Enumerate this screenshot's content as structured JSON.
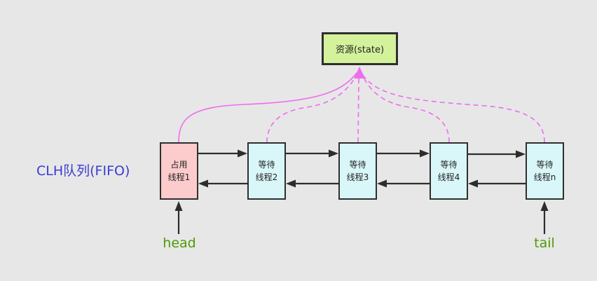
{
  "diagram": {
    "title": "CLH队列(FIFO)",
    "resource_label": "资源(state)",
    "head_label": "head",
    "tail_label": "tail",
    "nodes": [
      {
        "id": "node-1",
        "label": "占用\n线程1",
        "state": "occupied"
      },
      {
        "id": "node-2",
        "label": "等待\n线程2",
        "state": "waiting"
      },
      {
        "id": "node-3",
        "label": "等待\n线程3",
        "state": "waiting"
      },
      {
        "id": "node-4",
        "label": "等待\n线程4",
        "state": "waiting"
      },
      {
        "id": "node-n",
        "label": "等待\n线程n",
        "state": "waiting"
      }
    ],
    "colors": {
      "background": "#e7e7e7",
      "resource_fill": "#d4f29b",
      "occupied_fill": "#fccbcb",
      "waiting_fill": "#d9f7f9",
      "border": "#2f2f2f",
      "link_magenta": "#ee6cee",
      "arrow_black": "#2d2d2d",
      "title_blue": "#3b3bd4",
      "pointer_green": "#4e9a06"
    }
  }
}
